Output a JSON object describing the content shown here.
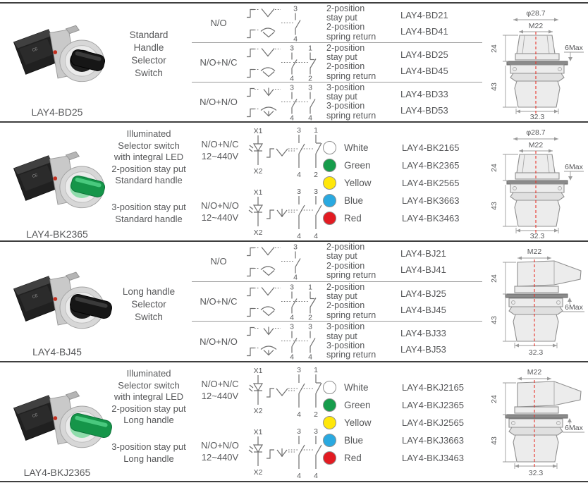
{
  "page": {
    "bg": "#ffffff",
    "text_color": "#57585a",
    "divider_color": "#3f3f3f",
    "centerline_red": "#e8322a"
  },
  "rows": [
    {
      "kind": "selector-switch",
      "caption": "LAY4-BD25",
      "description": [
        "Standard",
        "Handle",
        "Selector",
        "Switch"
      ],
      "subrows": [
        {
          "config": "N/O",
          "top_terminals": [
            "3"
          ],
          "bottom_terminals": [
            "4"
          ],
          "positions": [
            {
              "l1": "2-position",
              "l2": "stay put"
            },
            {
              "l1": "2-position",
              "l2": "spring return"
            }
          ],
          "models": [
            "LAY4-BD21",
            "LAY4-BD41"
          ]
        },
        {
          "config": "N/O+N/C",
          "top_terminals": [
            "3",
            "1"
          ],
          "bottom_terminals": [
            "4",
            "2"
          ],
          "positions": [
            {
              "l1": "2-position",
              "l2": "stay put"
            },
            {
              "l1": "2-position",
              "l2": "spring return"
            }
          ],
          "models": [
            "LAY4-BD25",
            "LAY4-BD45"
          ]
        },
        {
          "config": "N/O+N/O",
          "top_terminals": [
            "3",
            "3"
          ],
          "bottom_terminals": [
            "4",
            "4"
          ],
          "positions": [
            {
              "l1": "3-position",
              "l2": "stay put"
            },
            {
              "l1": "3-position",
              "l2": "spring return"
            }
          ],
          "models": [
            "LAY4-BD33",
            "LAY4-BD53"
          ]
        }
      ],
      "drawing": {
        "dia": "φ28.7",
        "thread": "M22",
        "dim_top": "24",
        "dim_body": "43",
        "dim_side": "6Max",
        "dim_width": "32.3"
      }
    },
    {
      "kind": "illuminated-selector-switch",
      "caption": "LAY4-BK2365",
      "description_block1": [
        "Illuminated",
        "Selector switch",
        "with integral LED",
        "2-position stay put",
        "Standard handle"
      ],
      "description_block2": [
        "3-position stay put",
        "Standard handle"
      ],
      "subrows": [
        {
          "config_l1": "N/O+N/C",
          "config_l2": "12~440V",
          "led_top": "X1",
          "led_bottom": "X2",
          "top_terminals": [
            "3",
            "1"
          ],
          "bottom_terminals": [
            "4",
            "2"
          ]
        },
        {
          "config_l1": "N/O+N/O",
          "config_l2": "12~440V",
          "led_top": "X1",
          "led_bottom": "X2",
          "top_terminals": [
            "3",
            "3"
          ],
          "bottom_terminals": [
            "4",
            "4"
          ]
        }
      ],
      "legend": [
        {
          "label": "White",
          "color": "#ffffff"
        },
        {
          "label": "Green",
          "color": "#169c4b"
        },
        {
          "label": "Yellow",
          "color": "#ffe70a"
        },
        {
          "label": "Blue",
          "color": "#2aa9e0"
        },
        {
          "label": "Red",
          "color": "#e21b22"
        }
      ],
      "models": [
        "LAY4-BK2165",
        "LAY4-BK2365",
        "LAY4-BK2565",
        "LAY4-BK3663",
        "LAY4-BK3463"
      ],
      "drawing": {
        "dia": "φ28.7",
        "thread": "M22",
        "dim_top": "24",
        "dim_body": "43",
        "dim_side": "6Max",
        "dim_width": "32.3"
      }
    },
    {
      "kind": "selector-switch",
      "caption": "LAY4-BJ45",
      "description": [
        "Long handle",
        "Selector",
        "Switch"
      ],
      "subrows": [
        {
          "config": "N/O",
          "top_terminals": [
            "3"
          ],
          "bottom_terminals": [
            "4"
          ],
          "positions": [
            {
              "l1": "2-position",
              "l2": "stay put"
            },
            {
              "l1": "2-position",
              "l2": "spring return"
            }
          ],
          "models": [
            "LAY4-BJ21",
            "LAY4-BJ41"
          ]
        },
        {
          "config": "N/O+N/C",
          "top_terminals": [
            "3",
            "1"
          ],
          "bottom_terminals": [
            "4",
            "2"
          ],
          "positions": [
            {
              "l1": "2-position",
              "l2": "stay put"
            },
            {
              "l1": "2-position",
              "l2": "spring return"
            }
          ],
          "models": [
            "LAY4-BJ25",
            "LAY4-BJ45"
          ]
        },
        {
          "config": "N/O+N/O",
          "top_terminals": [
            "3",
            "3"
          ],
          "bottom_terminals": [
            "4",
            "4"
          ],
          "positions": [
            {
              "l1": "3-position",
              "l2": "stay put"
            },
            {
              "l1": "3-position",
              "l2": "spring return"
            }
          ],
          "models": [
            "LAY4-BJ33",
            "LAY4-BJ53"
          ]
        }
      ],
      "drawing": {
        "thread": "M22",
        "dim_top": "24",
        "dim_body": "43",
        "dim_side": "6Max",
        "dim_width": "32.3"
      }
    },
    {
      "kind": "illuminated-selector-switch",
      "caption": "LAY4-BKJ2365",
      "description_block1": [
        "Illuminated",
        "Selector switch",
        "with integral LED",
        "2-position stay put",
        "Long handle"
      ],
      "description_block2": [
        "3-position stay put",
        "Long handle"
      ],
      "subrows": [
        {
          "config_l1": "N/O+N/C",
          "config_l2": "12~440V",
          "led_top": "X1",
          "led_bottom": "X2",
          "top_terminals": [
            "3",
            "1"
          ],
          "bottom_terminals": [
            "4",
            "2"
          ]
        },
        {
          "config_l1": "N/O+N/O",
          "config_l2": "12~440V",
          "led_top": "X1",
          "led_bottom": "X2",
          "top_terminals": [
            "3",
            "3"
          ],
          "bottom_terminals": [
            "4",
            "4"
          ]
        }
      ],
      "legend": [
        {
          "label": "White",
          "color": "#ffffff"
        },
        {
          "label": "Green",
          "color": "#169c4b"
        },
        {
          "label": "Yellow",
          "color": "#ffe70a"
        },
        {
          "label": "Blue",
          "color": "#2aa9e0"
        },
        {
          "label": "Red",
          "color": "#e21b22"
        }
      ],
      "models": [
        "LAY4-BKJ2165",
        "LAY4-BKJ2365",
        "LAY4-BKJ2565",
        "LAY4-BKJ3663",
        "LAY4-BKJ3463"
      ],
      "drawing": {
        "thread": "M22",
        "dim_top": "24",
        "dim_body": "43",
        "dim_side": "6Max",
        "dim_width": "32.3"
      }
    }
  ]
}
